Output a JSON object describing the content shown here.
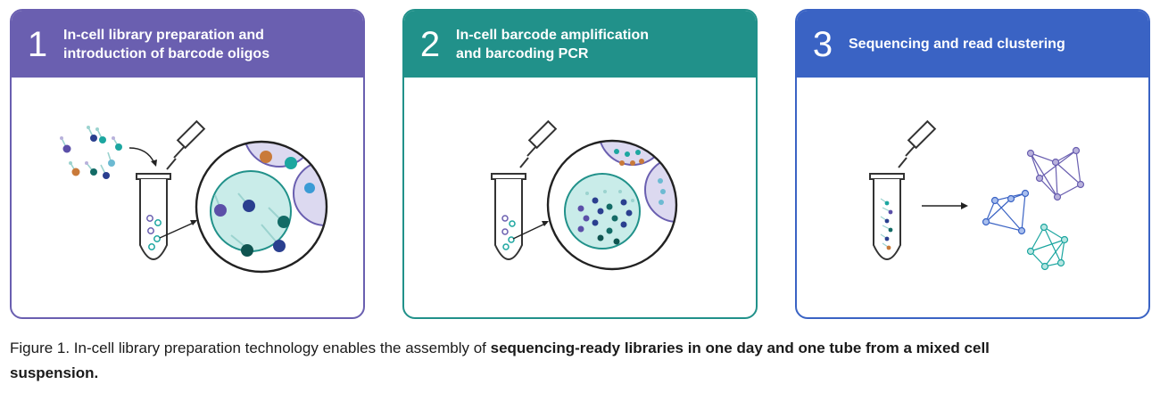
{
  "panels": [
    {
      "number": "1",
      "title_line1": "In-cell library preparation and",
      "title_line2": "introduction of barcode oligos",
      "color": "#6a5fb0"
    },
    {
      "number": "2",
      "title_line1": "In-cell barcode amplification",
      "title_line2": "and barcoding PCR",
      "color": "#21918a"
    },
    {
      "number": "3",
      "title_line1": "Sequencing and read clustering",
      "title_line2": "",
      "color": "#3a63c4"
    }
  ],
  "caption": {
    "plain": "Figure 1. In-cell library preparation technology enables the assembly of ",
    "bold": "sequencing-ready libraries in one day and one tube from a mixed cell suspension."
  },
  "icons": [
    "barcode-oligos-icon",
    "pipette-icon",
    "tube-icon",
    "cell-zoom-icon",
    "arrow-icon",
    "read-cluster-network-icon"
  ]
}
